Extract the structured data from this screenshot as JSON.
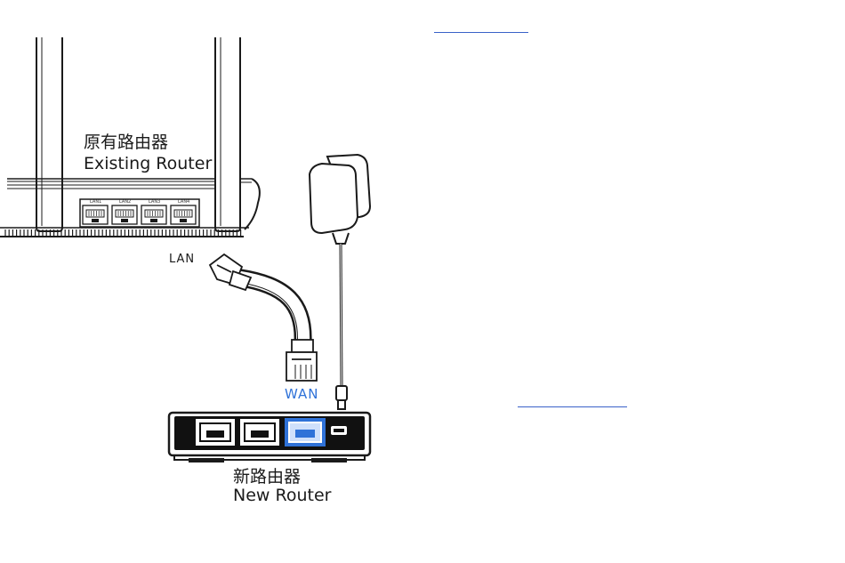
{
  "existing_router": {
    "label_cn": "原有路由器",
    "label_en": "Existing Router",
    "ports": [
      "LAN1",
      "LAN2",
      "LAN3",
      "LAN4"
    ]
  },
  "cable": {
    "lan_label": "LAN",
    "wan_label": "WAN"
  },
  "new_router": {
    "label_cn": "新路由器",
    "label_en": "New Router"
  },
  "colors": {
    "wan_highlight": "#2f72d8",
    "line": "#1a1a1a",
    "link_rule": "#3a62c8"
  }
}
